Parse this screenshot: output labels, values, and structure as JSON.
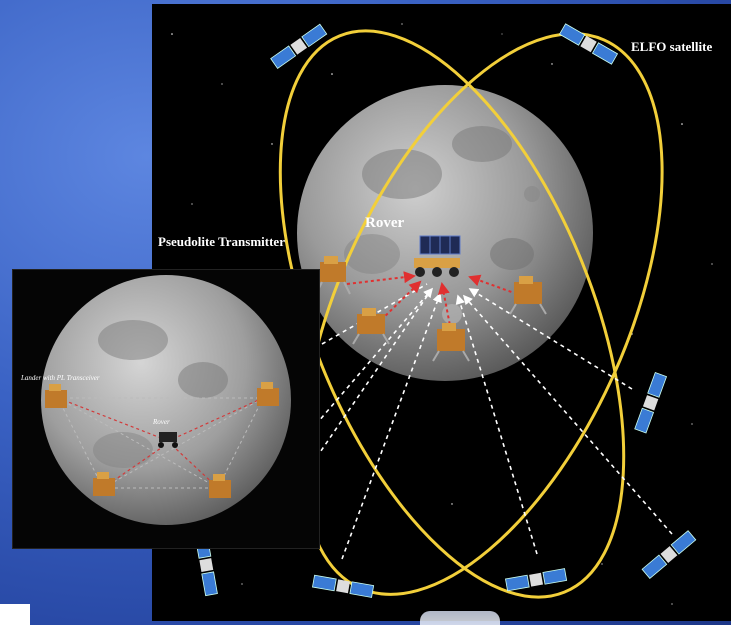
{
  "labels": {
    "satellite": "ELFO satellite",
    "rover": "Rover",
    "pseudolite": "Pseudolite Transmitter",
    "inset_lander": "Lander with PL Transceiver",
    "inset_rover": "Rover"
  },
  "colors": {
    "background": "#3a62c4",
    "orbit": "#f2cf3a",
    "moon": "#9a9a9a",
    "space": "#000000",
    "rover_signal": "#e03030",
    "satellite_signal": "#ffffff",
    "inset_link": "#bbbbbb",
    "inset_rover_link": "#d23a3a"
  },
  "icons": {
    "satellite": "satellite-icon",
    "lander": "lander-icon",
    "rover": "rover-icon"
  }
}
